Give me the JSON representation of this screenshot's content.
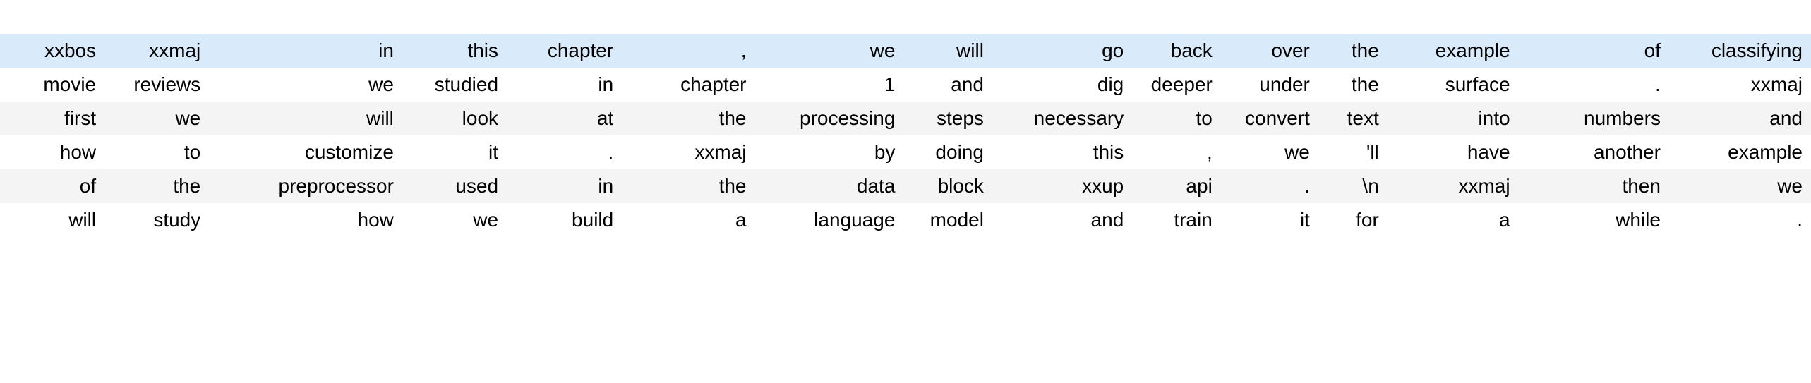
{
  "table": {
    "kind": "tokenized-text-dataframe",
    "num_rows": 6,
    "num_cols": 16,
    "colors": {
      "highlight_row_bg": "#d9eafa",
      "zebra_row_bg": "#f4f4f4",
      "plain_row_bg": "#ffffff",
      "text": "#000000",
      "page_bg": "#ffffff"
    },
    "row_styles": [
      "highlight",
      "plain",
      "zebra",
      "plain",
      "zebra",
      "plain"
    ],
    "rows": [
      [
        "xxbos",
        "xxmaj",
        "in",
        "this",
        "chapter",
        ",",
        "we",
        "will",
        "go",
        "back",
        "over",
        "the",
        "example",
        "of",
        "classifying"
      ],
      [
        "movie",
        "reviews",
        "we",
        "studied",
        "in",
        "chapter",
        "1",
        "and",
        "dig",
        "deeper",
        "under",
        "the",
        "surface",
        ".",
        "xxmaj"
      ],
      [
        "first",
        "we",
        "will",
        "look",
        "at",
        "the",
        "processing",
        "steps",
        "necessary",
        "to",
        "convert",
        "text",
        "into",
        "numbers",
        "and"
      ],
      [
        "how",
        "to",
        "customize",
        "it",
        ".",
        "xxmaj",
        "by",
        "doing",
        "this",
        ",",
        "we",
        "'ll",
        "have",
        "another",
        "example"
      ],
      [
        "of",
        "the",
        "preprocessor",
        "used",
        "in",
        "the",
        "data",
        "block",
        "xxup",
        "api",
        ".",
        "\\n",
        "xxmaj",
        "then",
        "we"
      ],
      [
        "will",
        "study",
        "how",
        "we",
        "build",
        "a",
        "language",
        "model",
        "and",
        "train",
        "it",
        "for",
        "a",
        "while",
        "."
      ]
    ]
  }
}
